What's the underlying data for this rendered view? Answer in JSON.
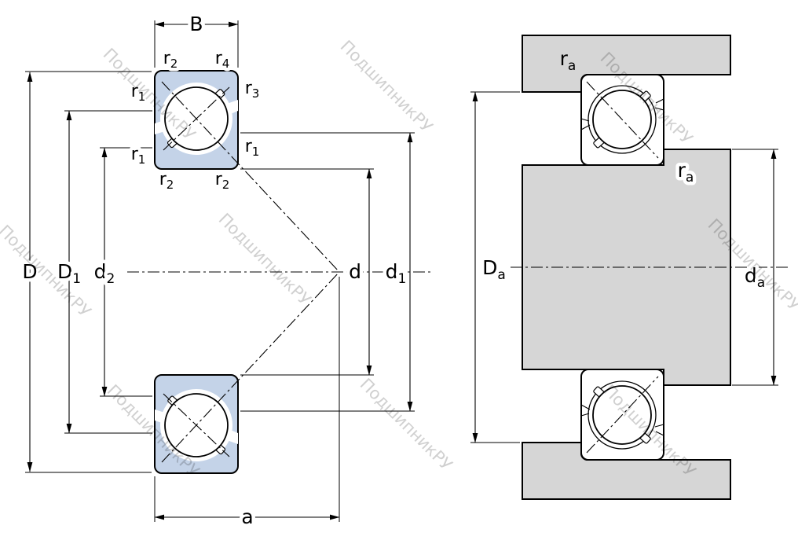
{
  "watermark": {
    "text": "ПодшипникРУ",
    "color": "#c8c8c8"
  },
  "colors": {
    "bearing_fill": "#c4d3e8",
    "steel_fill": "#d6d6d6",
    "background": "#ffffff",
    "line": "#000000"
  },
  "dims": {
    "B": {
      "m": "B",
      "s": ""
    },
    "D": {
      "m": "D",
      "s": ""
    },
    "D1": {
      "m": "D",
      "s": "1"
    },
    "d2": {
      "m": "d",
      "s": "2"
    },
    "d": {
      "m": "d",
      "s": ""
    },
    "d1": {
      "m": "d",
      "s": "1"
    },
    "a": {
      "m": "a",
      "s": ""
    },
    "Da": {
      "m": "D",
      "s": "a"
    },
    "da": {
      "m": "d",
      "s": "a"
    },
    "ra": {
      "m": "r",
      "s": "a"
    },
    "r1": {
      "m": "r",
      "s": "1"
    },
    "r2": {
      "m": "r",
      "s": "2"
    },
    "r3": {
      "m": "r",
      "s": "3"
    },
    "r4": {
      "m": "r",
      "s": "4"
    }
  }
}
